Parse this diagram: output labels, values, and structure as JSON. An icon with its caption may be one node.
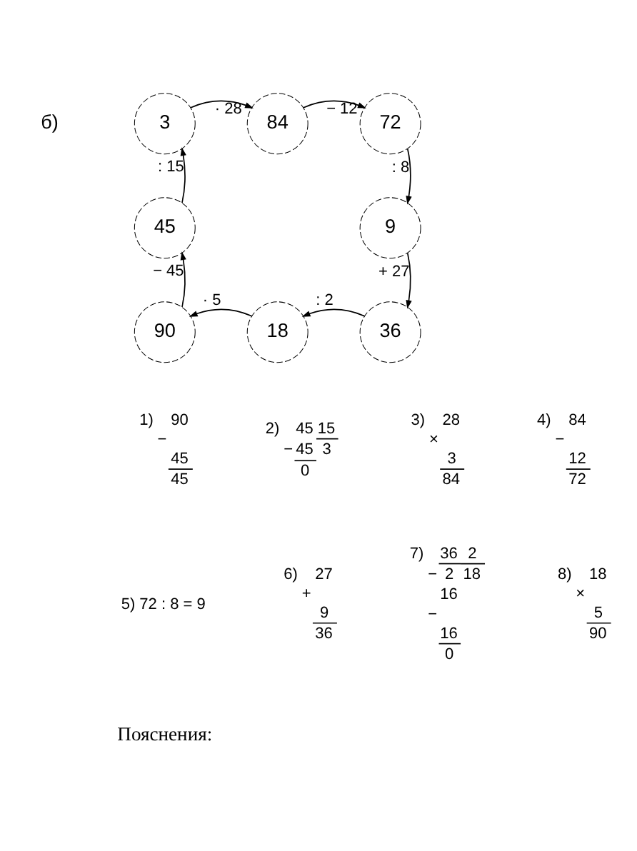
{
  "diagram": {
    "nodes": [
      {
        "text": [
          "3"
        ]
      },
      {
        "text": [
          "84"
        ]
      },
      {
        "text": [
          "72"
        ]
      },
      {
        "text": [
          "9"
        ]
      },
      {
        "text": [
          "36"
        ]
      },
      {
        "text": [
          "18"
        ]
      },
      {
        "text": [
          "90"
        ]
      },
      {
        "text": [
          "45"
        ]
      }
    ],
    "edges": [
      {
        "from": 0,
        "to": 1,
        "arrow": "to",
        "label": "· 28"
      },
      {
        "from": 1,
        "to": 2,
        "arrow": "to",
        "label": "− 12"
      },
      {
        "from": 2,
        "to": 3,
        "arrow": "to",
        "label": ": 8"
      },
      {
        "from": 3,
        "to": 4,
        "arrow": "to",
        "label": "+ 27"
      },
      {
        "from": 4,
        "to": 5,
        "arrow": "to",
        "label": ": 2"
      },
      {
        "from": 5,
        "to": 6,
        "arrow": "to",
        "label": "· 5"
      },
      {
        "from": 6,
        "to": 7,
        "arrow": "to",
        "label": "− 45"
      },
      {
        "from": 7,
        "to": 0,
        "arrow": "to",
        "label": ": 15"
      }
    ],
    "labels": [
      "б)",
      "1)",
      "−",
      "90",
      "45",
      "45",
      "2)",
      "−",
      "45",
      "15",
      "45",
      "3",
      "0",
      "3)",
      "×",
      "28",
      "3",
      "84",
      "4)",
      "−",
      "84",
      "12",
      "72",
      "5) 72 : 8 = 9",
      "6)",
      "+",
      "27",
      "9",
      "36",
      "7)",
      "−",
      "36",
      "2",
      "2",
      "18",
      "16",
      "−",
      "16",
      "0",
      "8)",
      "×",
      "18",
      "5",
      "90",
      "Пояснения:"
    ]
  }
}
